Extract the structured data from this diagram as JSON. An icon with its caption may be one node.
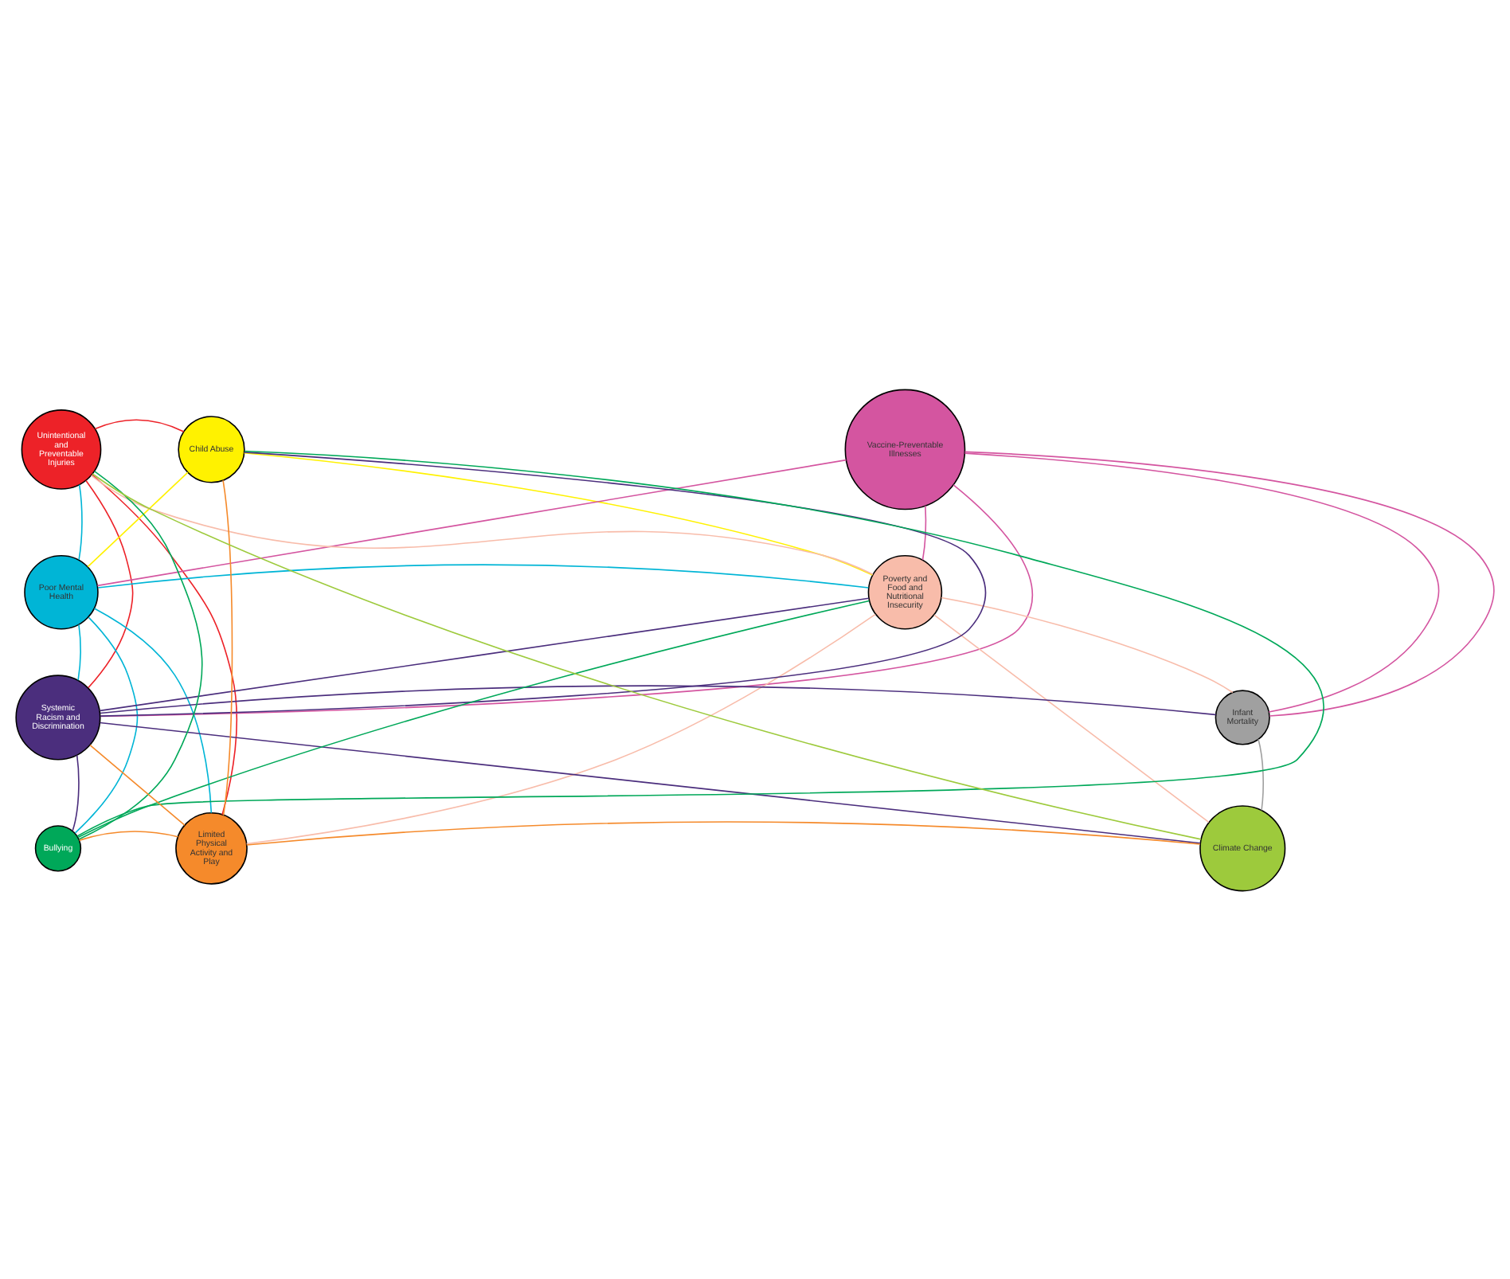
{
  "diagram": {
    "nodes": [
      {
        "text": [
          "Unintentional and Preventable Injuries"
        ]
      },
      {
        "text": [
          "Child Abuse"
        ]
      },
      {
        "text": [
          "Vaccine-Preventable Illnesses"
        ]
      },
      {
        "text": [
          "Poor Mental Health"
        ]
      },
      {
        "text": [
          "Poverty and Food and Nutritional Insecurity"
        ]
      },
      {
        "text": [
          "Systemic Racism and Discrimination"
        ]
      },
      {
        "text": [
          "Infant Mortality"
        ]
      },
      {
        "text": [
          "Bullying"
        ]
      },
      {
        "text": [
          "Limited Physical Activity and Play"
        ]
      },
      {
        "text": [
          "Climate Change"
        ]
      }
    ],
    "edges": [
      {
        "from": 0,
        "to": 1,
        "arrow": "none",
        "color": "#ed2228"
      },
      {
        "from": 0,
        "to": 5,
        "arrow": "none",
        "color": "#ed2228"
      },
      {
        "from": 0,
        "to": 8,
        "arrow": "none",
        "color": "#ed2228"
      },
      {
        "from": 1,
        "to": 3,
        "arrow": "none",
        "color": "#fff200"
      },
      {
        "from": 1,
        "to": 4,
        "arrow": "none",
        "color": "#fff200"
      },
      {
        "from": 2,
        "to": 3,
        "arrow": "none",
        "color": "#d455a0"
      },
      {
        "from": 2,
        "to": 5,
        "arrow": "none",
        "color": "#d455a0"
      },
      {
        "from": 2,
        "to": 4,
        "arrow": "none",
        "color": "#d455a0"
      },
      {
        "from": 2,
        "to": 6,
        "arrow": "none",
        "color": "#d455a0"
      },
      {
        "from": 2,
        "to": 6,
        "arrow": "none",
        "color": "#d455a0"
      },
      {
        "from": 3,
        "to": 0,
        "arrow": "none",
        "color": "#00b5d6"
      },
      {
        "from": 3,
        "to": 4,
        "arrow": "none",
        "color": "#00b5d6"
      },
      {
        "from": 3,
        "to": 5,
        "arrow": "none",
        "color": "#00b5d6"
      },
      {
        "from": 3,
        "to": 7,
        "arrow": "none",
        "color": "#00b5d6"
      },
      {
        "from": 3,
        "to": 8,
        "arrow": "none",
        "color": "#00b5d6"
      },
      {
        "from": 4,
        "to": 0,
        "arrow": "none",
        "color": "#f8bcaa"
      },
      {
        "from": 4,
        "to": 6,
        "arrow": "none",
        "color": "#f8bcaa"
      },
      {
        "from": 4,
        "to": 8,
        "arrow": "none",
        "color": "#f8bcaa"
      },
      {
        "from": 4,
        "to": 9,
        "arrow": "none",
        "color": "#f8bcaa"
      },
      {
        "from": 5,
        "to": 1,
        "arrow": "none",
        "color": "#4b2e7d"
      },
      {
        "from": 5,
        "to": 4,
        "arrow": "none",
        "color": "#4b2e7d"
      },
      {
        "from": 5,
        "to": 6,
        "arrow": "none",
        "color": "#4b2e7d"
      },
      {
        "from": 5,
        "to": 9,
        "arrow": "none",
        "color": "#4b2e7d"
      },
      {
        "from": 5,
        "to": 7,
        "arrow": "none",
        "color": "#4b2e7d"
      },
      {
        "from": 6,
        "to": 9,
        "arrow": "none",
        "color": "#a0a0a0"
      },
      {
        "from": 7,
        "to": 0,
        "arrow": "none",
        "color": "#00a859"
      },
      {
        "from": 7,
        "to": 1,
        "arrow": "none",
        "color": "#00a859"
      },
      {
        "from": 7,
        "to": 4,
        "arrow": "none",
        "color": "#00a859"
      },
      {
        "from": 8,
        "to": 1,
        "arrow": "none",
        "color": "#f58a2b"
      },
      {
        "from": 8,
        "to": 5,
        "arrow": "none",
        "color": "#f58a2b"
      },
      {
        "from": 8,
        "to": 7,
        "arrow": "none",
        "color": "#f58a2b"
      },
      {
        "from": 8,
        "to": 9,
        "arrow": "none",
        "color": "#f58a2b"
      },
      {
        "from": 9,
        "to": 0,
        "arrow": "none",
        "color": "#9dca3c"
      }
    ]
  }
}
